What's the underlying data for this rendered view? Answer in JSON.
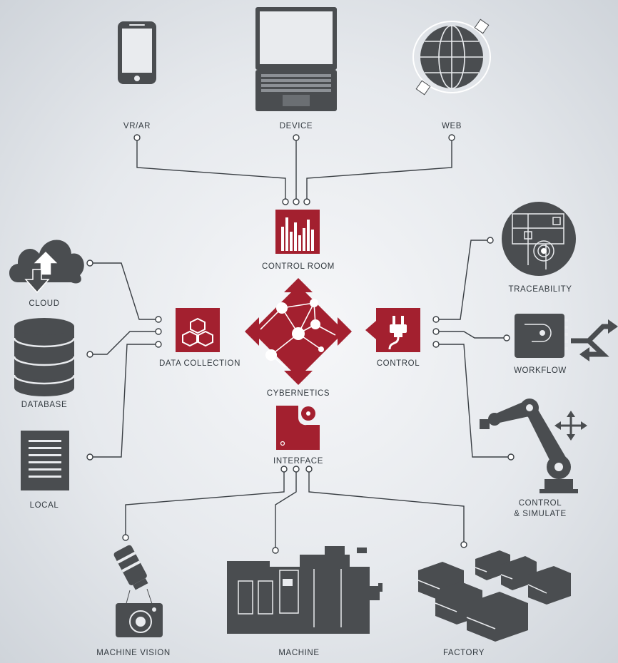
{
  "colors": {
    "accent": "#a3202f",
    "icon": "#4a4d50",
    "line": "#3a3f44"
  },
  "top": {
    "vrar": "VR/AR",
    "device": "DEVICE",
    "web": "WEB"
  },
  "center": {
    "control_room": "CONTROL ROOM",
    "data_collection": "DATA COLLECTION",
    "control": "CONTROL",
    "cybernetics": "CYBERNETICS",
    "interface": "INTERFACE"
  },
  "left": {
    "cloud": "CLOUD",
    "database": "DATABASE",
    "local": "LOCAL"
  },
  "right": {
    "traceability": "TRACEABILITY",
    "workflow": "WORKFLOW",
    "control_simulate_1": "CONTROL",
    "control_simulate_2": "& SIMULATE"
  },
  "bottom": {
    "machine_vision": "MACHINE VISION",
    "machine": "MACHINE",
    "factory": "FACTORY"
  }
}
